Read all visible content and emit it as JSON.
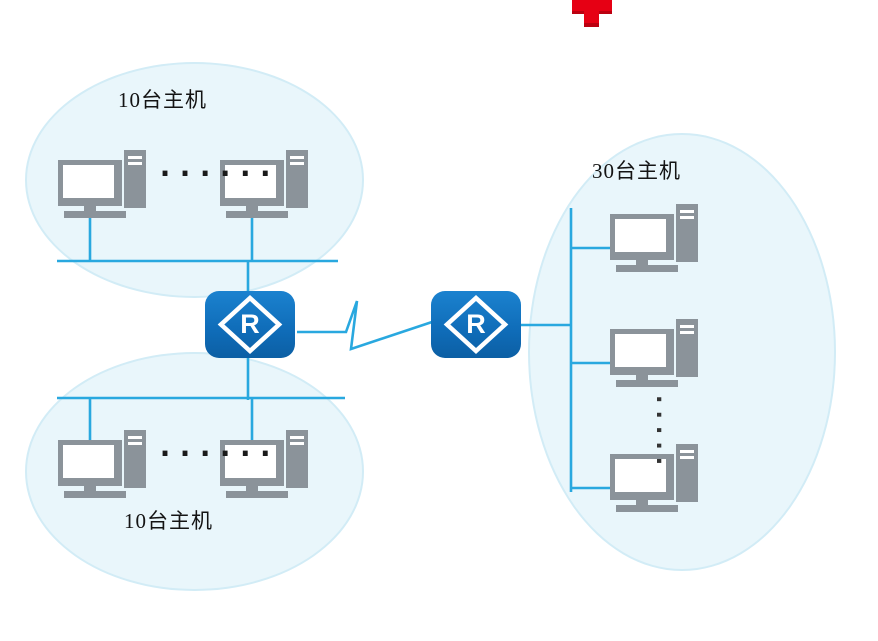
{
  "diagram": {
    "groups": [
      {
        "id": "top-left",
        "label": "10台主机",
        "hosts_visible": 2,
        "ellipsis": "······"
      },
      {
        "id": "bottom-left",
        "label": "10台主机",
        "hosts_visible": 2,
        "ellipsis": "······"
      },
      {
        "id": "right",
        "label": "30台主机",
        "hosts_visible": 3,
        "ellipsis": "·····"
      }
    ],
    "routers": [
      {
        "label": "R"
      },
      {
        "label": "R"
      }
    ]
  },
  "colors": {
    "wire": "#29a8df",
    "router_blue": "#0f6cb8",
    "device_gray": "#8b939a",
    "ellipse_fill": "#e9f6fb",
    "red_marker": "#e60014",
    "text": "#141414"
  }
}
